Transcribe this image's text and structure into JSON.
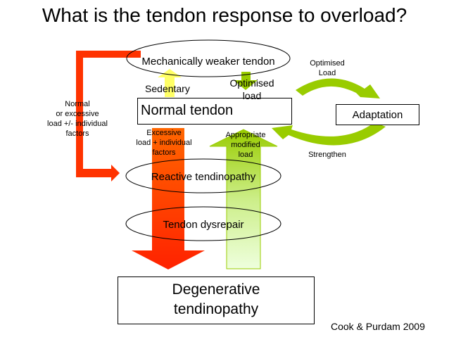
{
  "title": "What is the tendon response to overload?",
  "nodes": {
    "mechanically_weaker": "Mechanically weaker tendon",
    "normal_tendon": "Normal tendon",
    "adaptation": "Adaptation",
    "reactive": "Reactive tendinopathy",
    "dysrepair": "Tendon dysrepair",
    "degenerative_line1": "Degenerative",
    "degenerative_line2": "tendinopathy"
  },
  "labels": {
    "sedentary": "Sedentary",
    "optimised_load_center_line1": "Optimised",
    "optimised_load_center_line2": "load",
    "optimised_load_right_line1": "Optimised",
    "optimised_load_right_line2": "Load",
    "strengthen": "Strengthen",
    "normal_load_line1": "Normal",
    "normal_load_line2": "or excessive",
    "normal_load_line3": "load +/- individual",
    "normal_load_line4": "factors",
    "excessive_line1": "Excessive",
    "excessive_line2": "load + individual",
    "excessive_line3": "factors",
    "appropriate_line1": "Appropriate",
    "appropriate_line2": "modified",
    "appropriate_line3": "load"
  },
  "citation": "Cook & Purdam 2009",
  "colors": {
    "red_arrow": "#ff3300",
    "green_arrow": "#99cc00",
    "green_light": "#ccff99",
    "yellow_arrow": "#ffff66"
  }
}
